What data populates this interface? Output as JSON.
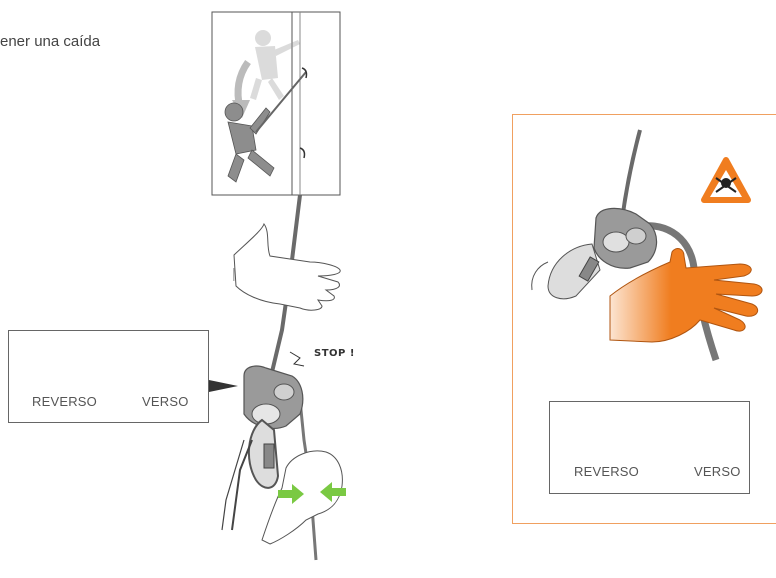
{
  "heading": "ener una caída",
  "stop_label": "STOP !",
  "left_legend": {
    "left_label": "REVERSO",
    "right_label": "VERSO"
  },
  "right_legend": {
    "left_label": "REVERSO",
    "right_label": "VERSO"
  },
  "colors": {
    "orange_accent": "#f07d1f",
    "warning_icon_bg": "#f07d1f",
    "green_arrows": "#7ac943",
    "rope": "#666666"
  },
  "icons": [
    "climber-fall-illustration",
    "rope",
    "open-hand",
    "belay-device",
    "carabiner",
    "gripping-hand",
    "squeeze-arrows",
    "danger-warning-icon",
    "device-reverso-icon",
    "device-verso-icon"
  ]
}
